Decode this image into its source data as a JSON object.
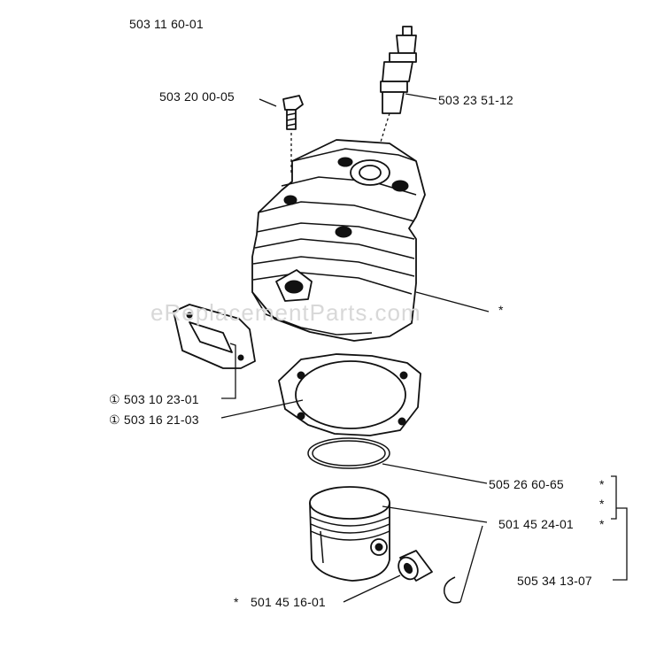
{
  "diagram": {
    "assembly_number": "503 11 60-01",
    "watermark": "eReplacementParts.com",
    "labels": {
      "bolt": "503 20 00-05",
      "spark_plug": "503 23 51-12",
      "cylinder_marker": "*",
      "gasket_small": "① 503 10 23-01",
      "gasket_base": "① 503 16 21-03",
      "piston_ring": "505 26 60-65",
      "piston_ring_marker": "*",
      "middle_marker": "*",
      "piston": "501 45 24-01",
      "piston_marker": "*",
      "kit": "505 34 13-07",
      "bearing_marker": "*",
      "bearing": "501 45 16-01"
    }
  }
}
